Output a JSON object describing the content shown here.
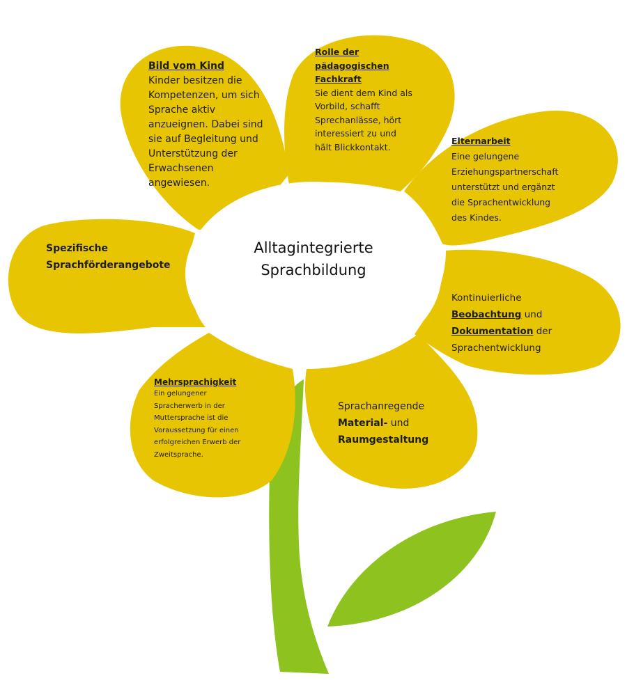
{
  "colors": {
    "petal": "#E8C502",
    "stem": "#8DC21F",
    "center": "#FFFFFF"
  },
  "center": {
    "line1": "Alltagintegrierte",
    "line2": "Sprachbildung"
  },
  "petals": {
    "kind": {
      "heading": "Bild vom Kind",
      "lines": [
        "Kinder besitzen die",
        "Kompetenzen, um sich",
        "Sprache aktiv",
        "anzueignen. Dabei sind",
        "sie auf Begleitung und",
        "Unterstützung der",
        "Erwachsenen",
        "angewiesen."
      ]
    },
    "rolle": {
      "heading_lines": [
        "Rolle der",
        "pädagogischen",
        "Fachkraft"
      ],
      "lines": [
        "Sie dient dem Kind als",
        "Vorbild, schafft",
        "Sprechanlässe, hört",
        "interessiert zu und",
        "hält Blickkontakt."
      ]
    },
    "eltern": {
      "heading": "Elternarbeit",
      "lines": [
        "Eine gelungene",
        "Erziehungspartnerschaft",
        "unterstützt und ergänzt",
        "die Sprachentwicklung",
        "des Kindes."
      ]
    },
    "spezifisch": {
      "line1": "Spezifische",
      "line2": "Sprachförderangebote"
    },
    "beobachtung": {
      "line1": "Kontinuierliche",
      "word_beob": "Beobachtung",
      "word_und": " und",
      "word_doku": "Dokumentation",
      "word_der": " der",
      "line4": "Sprachentwicklung"
    },
    "mehr": {
      "heading": "Mehrsprachigkeit",
      "lines": [
        "Ein gelungener",
        "Spracherwerb in der",
        "Muttersprache ist  die",
        "Voraussetzung für einen",
        "erfolgreichen Erwerb der",
        "Zweitsprache."
      ]
    },
    "material": {
      "line1": "Sprachanregende",
      "line2": "Material-",
      "line2b": " und",
      "line3": "Raumgestaltung"
    }
  }
}
